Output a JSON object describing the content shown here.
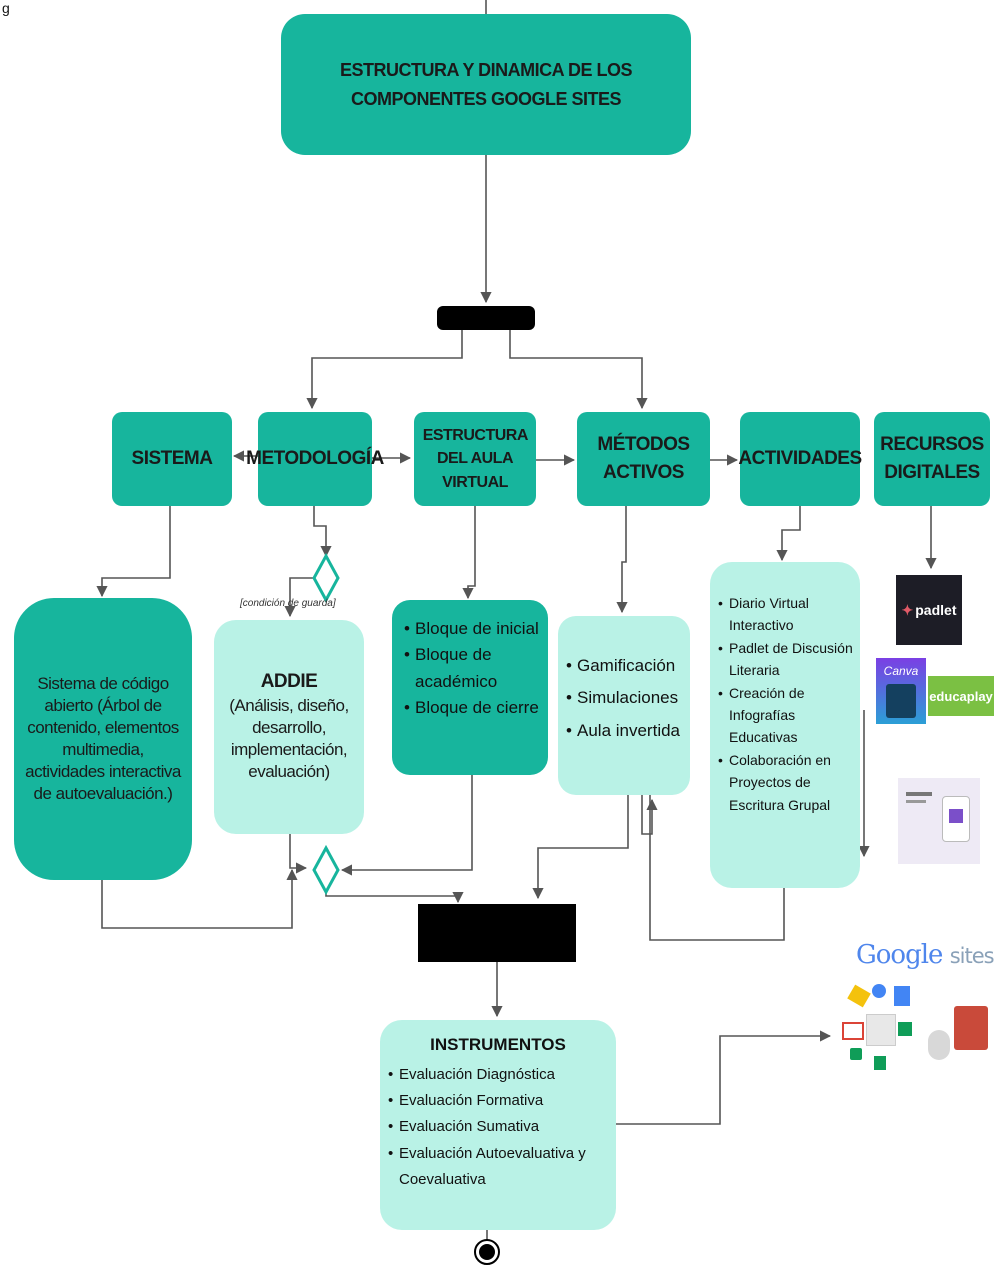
{
  "figure_label": "g",
  "title": "ESTRUCTURA Y DINAMICA DE LOS COMPONENTES GOOGLE SITES",
  "guard_condition": "[condición de guarda]",
  "categories": [
    {
      "id": "sistema",
      "label": "SISTEMA"
    },
    {
      "id": "metodologia",
      "label": "METODOLOGÍA"
    },
    {
      "id": "estructura",
      "label": "ESTRUCTURA DEL AULA VIRTUAL"
    },
    {
      "id": "metodos",
      "label": "MÉTODOS ACTIVOS"
    },
    {
      "id": "actividades",
      "label": "ACTIVIDADES"
    },
    {
      "id": "recursos",
      "label": "RECURSOS DIGITALES"
    }
  ],
  "sistema_detail": "Sistema de código abierto (Árbol de contenido, elementos multimedia, actividades interactiva de autoevaluación.)",
  "addie": {
    "heading": "ADDIE",
    "text": "(Análisis, diseño, desarrollo, implementación, evaluación)"
  },
  "bloques": [
    "Bloque de inicial",
    "Bloque de académico",
    "Bloque de cierre"
  ],
  "metodos": [
    "Gamificación",
    "Simulaciones",
    "Aula invertida"
  ],
  "actividades": [
    "Diario Virtual Interactivo",
    "Padlet de Discusión Literaria",
    "Creación de Infografías Educativas",
    "Colaboración en Proyectos de Escritura Grupal"
  ],
  "recursos_logos": {
    "padlet": "padlet",
    "canva": "Canva",
    "educaplay": "educaplay",
    "google_sites_word": "Google",
    "google_sites_suffix": "sites"
  },
  "instrumentos": {
    "heading": "INSTRUMENTOS",
    "items": [
      "Evaluación Diagnóstica",
      "Evaluación Formativa",
      "Evaluación Sumativa",
      "Evaluación Autoevaluativa y Coevaluativa"
    ]
  },
  "colors": {
    "dark_teal": "#17b59d",
    "light_teal": "#b9f2e6",
    "connector": "#555555",
    "bar": "#000000"
  }
}
